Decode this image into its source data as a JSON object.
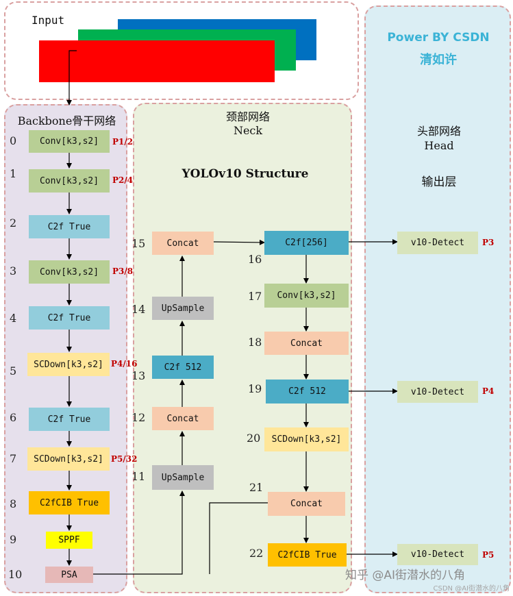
{
  "input": {
    "label": "Input"
  },
  "watermark": {
    "line1": "Power BY CSDN",
    "line2": "清如许"
  },
  "backbone": {
    "title": "Backbone骨干网络"
  },
  "neck": {
    "title_cn": "颈部网络",
    "title_en": "Neck",
    "structure": "YOLOv10 Structure"
  },
  "head": {
    "title_cn": "头部网络",
    "title_en": "Head",
    "output": "输出层"
  },
  "layers": {
    "l0": {
      "idx": "0",
      "label": "Conv[k3,s2]",
      "tag": "P1/2"
    },
    "l1": {
      "idx": "1",
      "label": "Conv[k3,s2]",
      "tag": "P2/4"
    },
    "l2": {
      "idx": "2",
      "label": "C2f True"
    },
    "l3": {
      "idx": "3",
      "label": "Conv[k3,s2]",
      "tag": "P3/8"
    },
    "l4": {
      "idx": "4",
      "label": "C2f True"
    },
    "l5": {
      "idx": "5",
      "label": "SCDown[k3,s2]",
      "tag": "P4/16"
    },
    "l6": {
      "idx": "6",
      "label": "C2f True"
    },
    "l7": {
      "idx": "7",
      "label": "SCDown[k3,s2]",
      "tag": "P5/32"
    },
    "l8": {
      "idx": "8",
      "label": "C2fCIB True"
    },
    "l9": {
      "idx": "9",
      "label": "SPPF"
    },
    "l10": {
      "idx": "10",
      "label": "PSA"
    },
    "l11": {
      "idx": "11",
      "label": "UpSample"
    },
    "l12": {
      "idx": "12",
      "label": "Concat"
    },
    "l13": {
      "idx": "13",
      "label": "C2f 512"
    },
    "l14": {
      "idx": "14",
      "label": "UpSample"
    },
    "l15": {
      "idx": "15",
      "label": "Concat"
    },
    "l16": {
      "idx": "16",
      "label": "C2f[256]"
    },
    "l17": {
      "idx": "17",
      "label": "Conv[k3,s2]"
    },
    "l18": {
      "idx": "18",
      "label": "Concat"
    },
    "l19": {
      "idx": "19",
      "label": "C2f 512"
    },
    "l20": {
      "idx": "20",
      "label": "SCDown[k3,s2]"
    },
    "l21": {
      "idx": "21",
      "label": "Concat"
    },
    "l22": {
      "idx": "22",
      "label": "C2fCIB True"
    }
  },
  "detect": {
    "d1": {
      "label": "v10-Detect",
      "tag": "P3"
    },
    "d2": {
      "label": "v10-Detect",
      "tag": "P4"
    },
    "d3": {
      "label": "v10-Detect",
      "tag": "P5"
    }
  },
  "footer": {
    "zhihu": "知乎 @AI街潜水的八角",
    "csdn": "CSDN @AI街潜水的八角"
  }
}
